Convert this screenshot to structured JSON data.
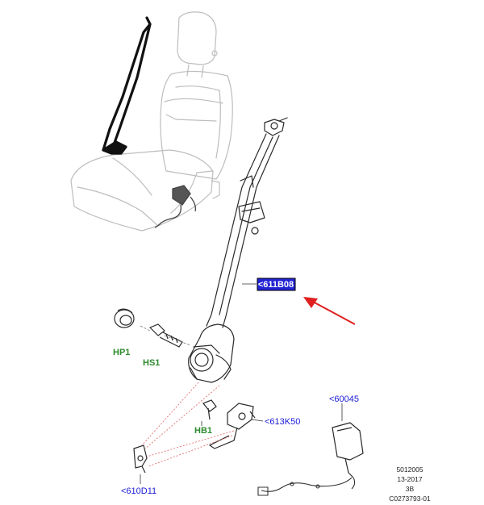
{
  "callouts": {
    "main_part": "<611B08",
    "part_613k50": "<613K50",
    "part_60045": "<60045",
    "part_610d11": "<610D11",
    "hp1": "HP1",
    "hs1": "HS1",
    "hb1": "HB1"
  },
  "info_block": {
    "line1": "5012005",
    "line2": "13-2017",
    "line3": "3B",
    "line4": "C0273793-01"
  },
  "colors": {
    "highlight_box": "#2323d6",
    "arrow": "#e02020",
    "label_green": "#2e8b2e",
    "label_blue": "#1a1ad6"
  }
}
